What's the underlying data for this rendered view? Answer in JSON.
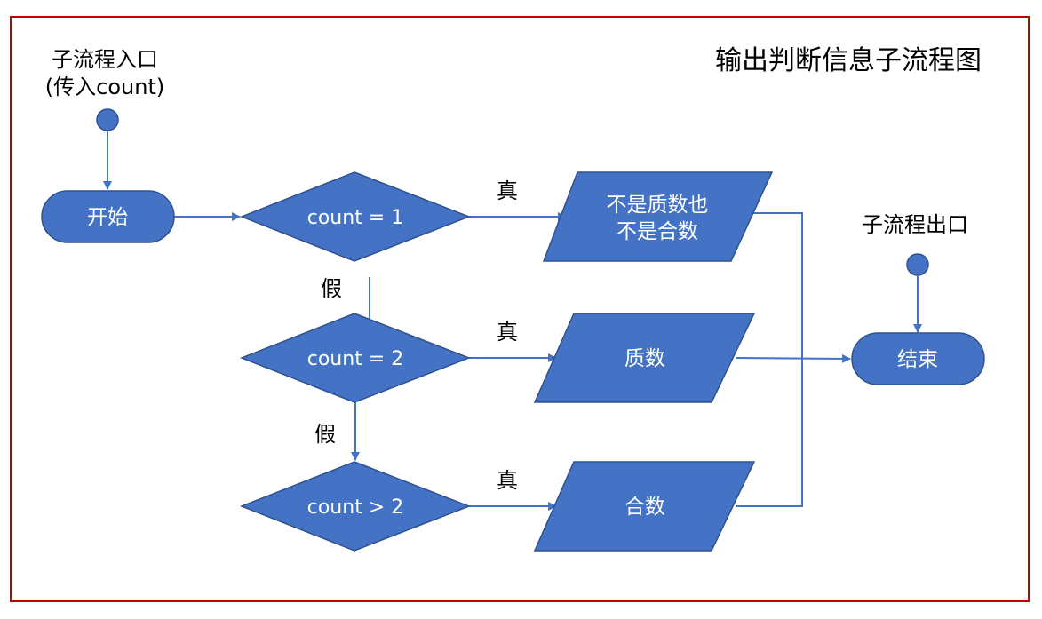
{
  "title": "输出判断信息子流程图",
  "entry": {
    "label_line1": "子流程入口",
    "label_line2": "(传入count)"
  },
  "exit": {
    "label": "子流程出口"
  },
  "nodes": {
    "start": "开始",
    "decision1": "count = 1",
    "decision2": "count = 2",
    "decision3": "count > 2",
    "output1_line1": "不是质数也",
    "output1_line2": "不是合数",
    "output2": "质数",
    "output3": "合数",
    "end": "结束"
  },
  "edge_labels": {
    "true1": "真",
    "true2": "真",
    "true3": "真",
    "false1": "假",
    "false2": "假"
  },
  "colors": {
    "shape_fill": "#4472c4",
    "shape_stroke": "#2f528f",
    "frame": "#c00000"
  }
}
